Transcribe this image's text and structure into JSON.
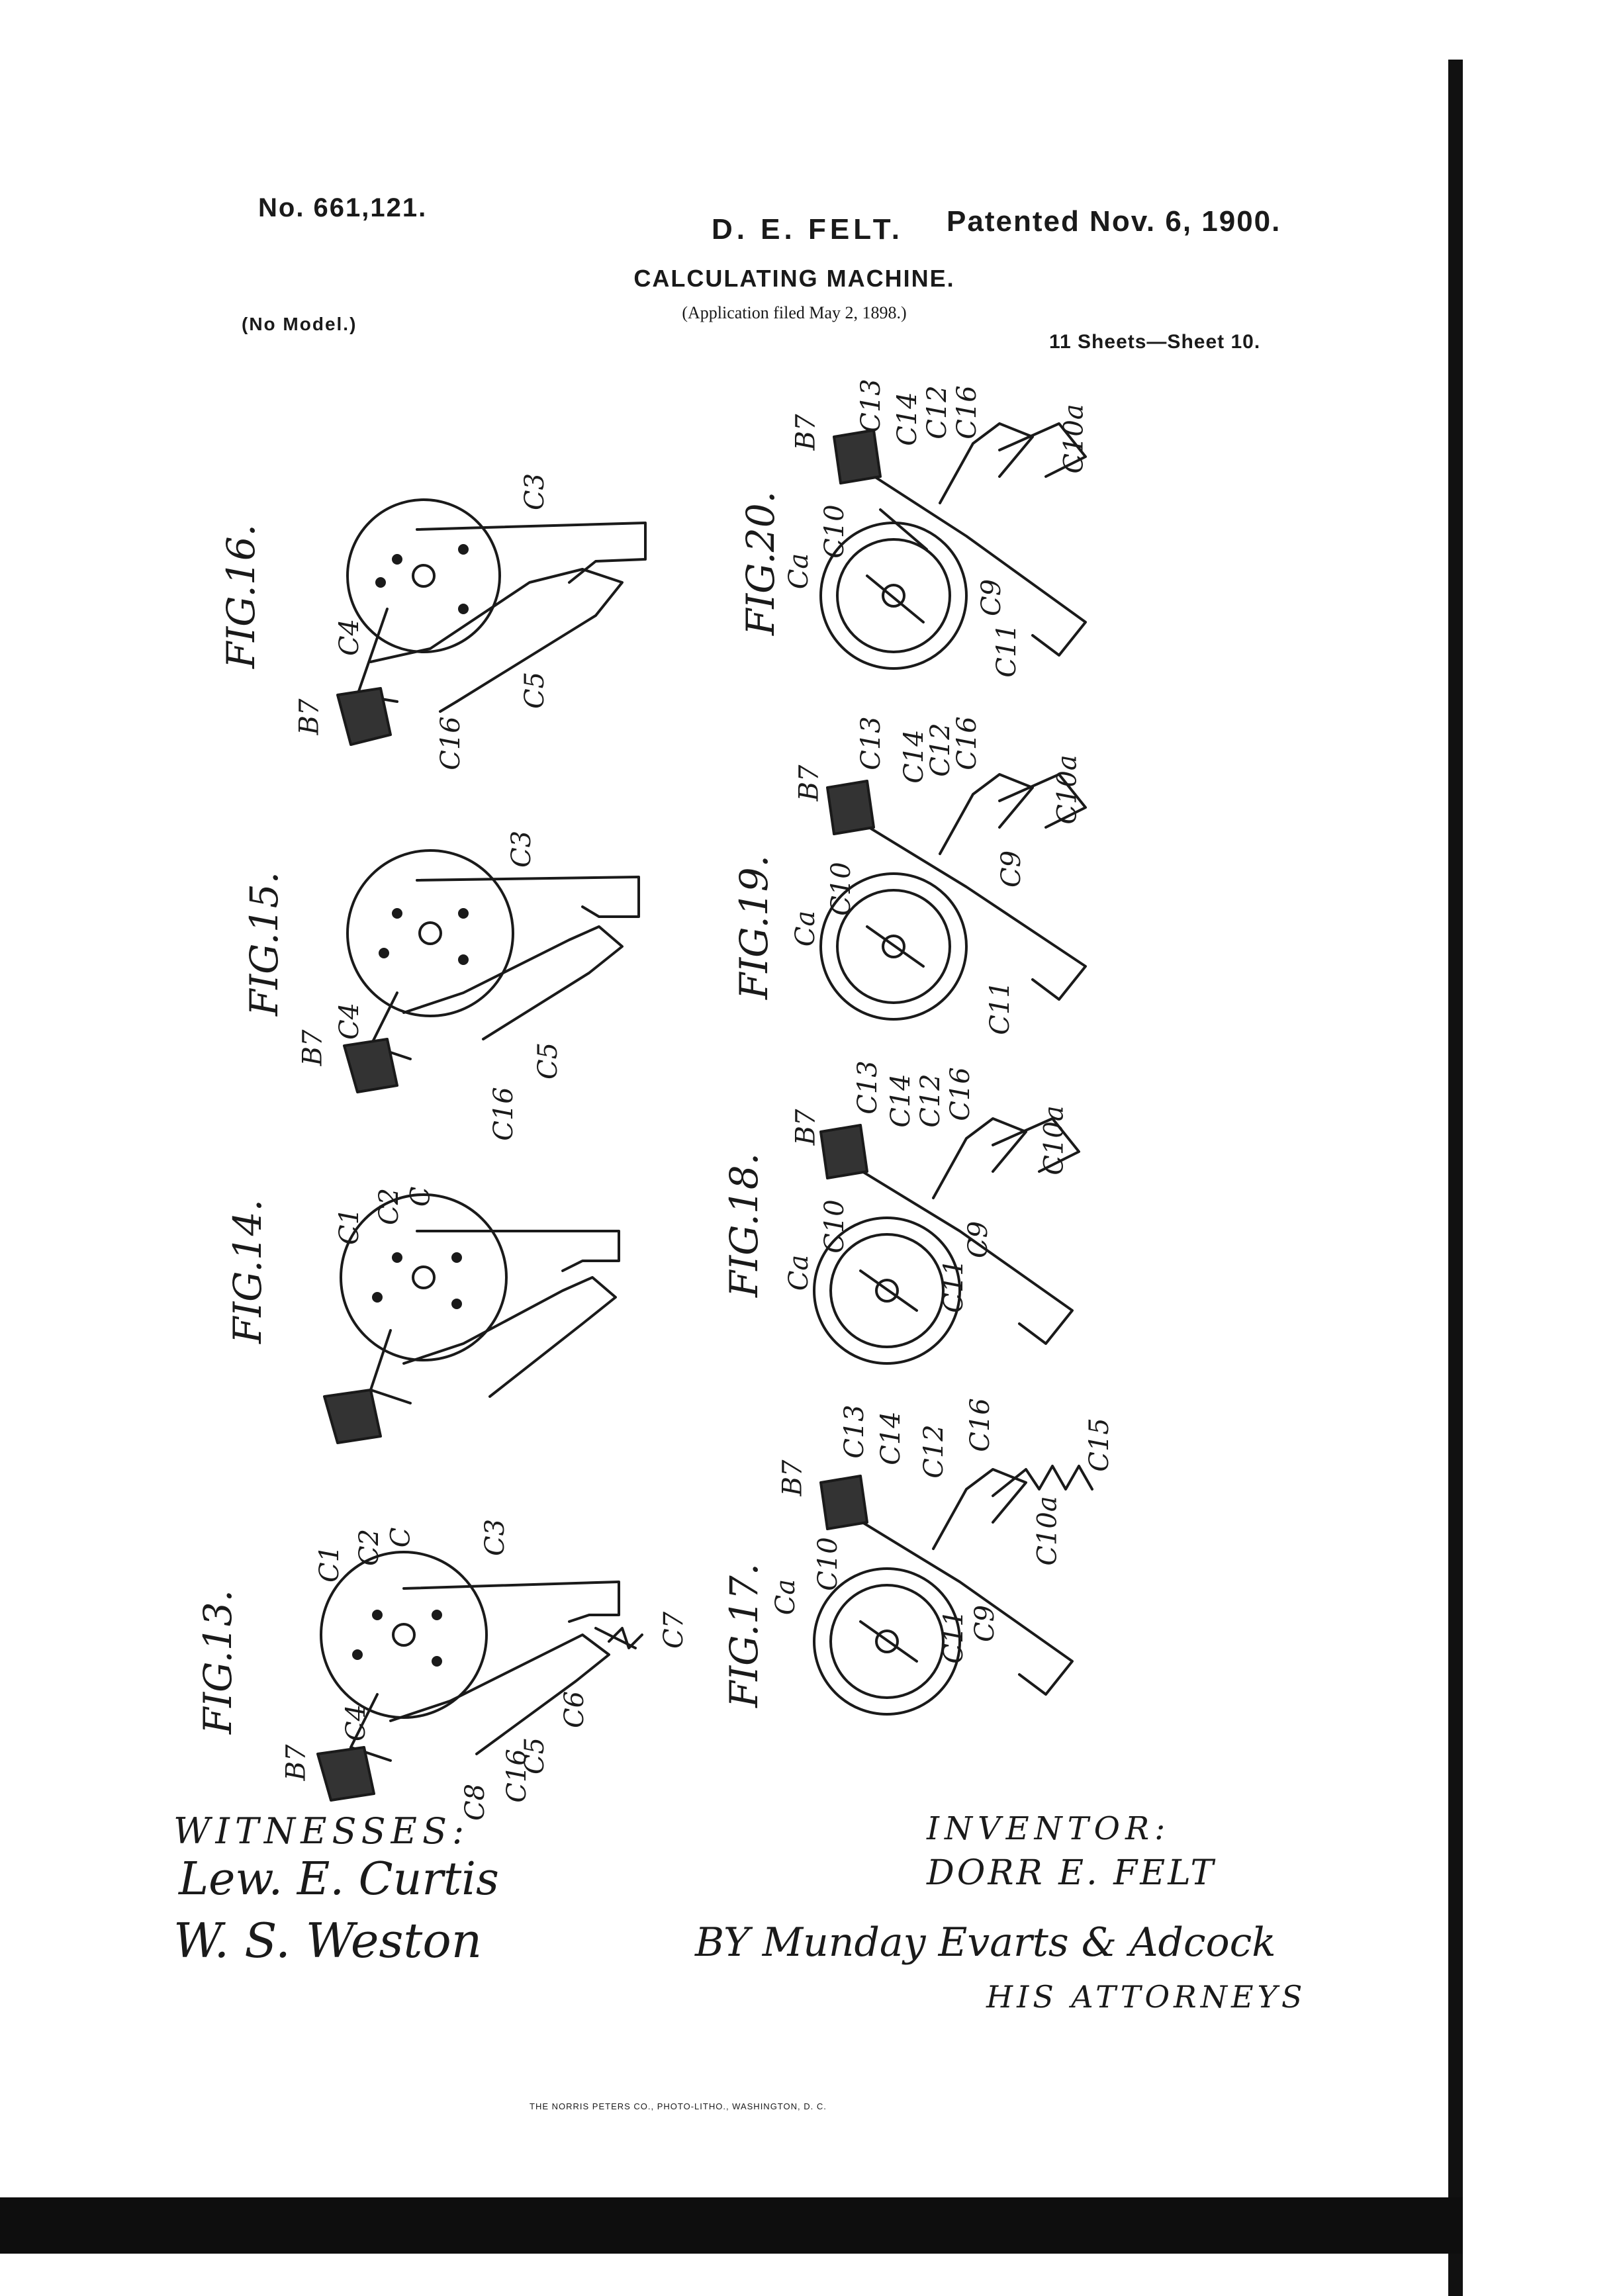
{
  "header": {
    "patent_number": "No. 661,121.",
    "inventor_name": "D. E. FELT.",
    "patented_date": "Patented Nov. 6, 1900.",
    "title": "CALCULATING MACHINE.",
    "application": "(Application filed May 2, 1898.)",
    "model_note": "(No Model.)",
    "sheets": "11 Sheets—Sheet 10."
  },
  "figures": [
    {
      "label": "FIG.16.",
      "refs": [
        "C3",
        "C4",
        "B7",
        "C5",
        "C16"
      ]
    },
    {
      "label": "FIG.15.",
      "refs": [
        "C3",
        "C4",
        "B7",
        "C5",
        "C16"
      ]
    },
    {
      "label": "FIG.14.",
      "refs": [
        "C1",
        "C2",
        "C"
      ]
    },
    {
      "label": "FIG.13.",
      "refs": [
        "C1",
        "C2",
        "C",
        "C3",
        "C4",
        "B7",
        "C5",
        "C6",
        "C7",
        "C8",
        "C16"
      ]
    },
    {
      "label": "FIG.20.",
      "refs": [
        "B7",
        "C13",
        "C14",
        "C12",
        "C16",
        "C10",
        "Ca",
        "C10a",
        "C9",
        "C11"
      ]
    },
    {
      "label": "FIG.19.",
      "refs": [
        "B7",
        "C13",
        "C14",
        "C12",
        "C16",
        "C10",
        "Ca",
        "C10a",
        "C9",
        "C11"
      ]
    },
    {
      "label": "FIG.18.",
      "refs": [
        "B7",
        "C13",
        "C14",
        "C12",
        "C16",
        "C10",
        "Ca",
        "C10a",
        "C9",
        "C11"
      ]
    },
    {
      "label": "FIG.17.",
      "refs": [
        "B7",
        "C13",
        "C14",
        "C12",
        "C16",
        "C15",
        "C10",
        "Ca",
        "C10a",
        "C9",
        "C11"
      ]
    }
  ],
  "signatures": {
    "witnesses_label": "WITNESSES:",
    "witnesses": [
      "Lew. E. Curtis",
      "W. S. Weston"
    ],
    "inventor_label": "INVENTOR:",
    "inventor": "DORR E. FELT",
    "attorneys_by": "BY Munday Evarts & Adcock",
    "attorneys_label": "HIS ATTORNEYS"
  },
  "printer_line": "THE NORRIS PETERS CO., PHOTO-LITHO., WASHINGTON, D. C."
}
